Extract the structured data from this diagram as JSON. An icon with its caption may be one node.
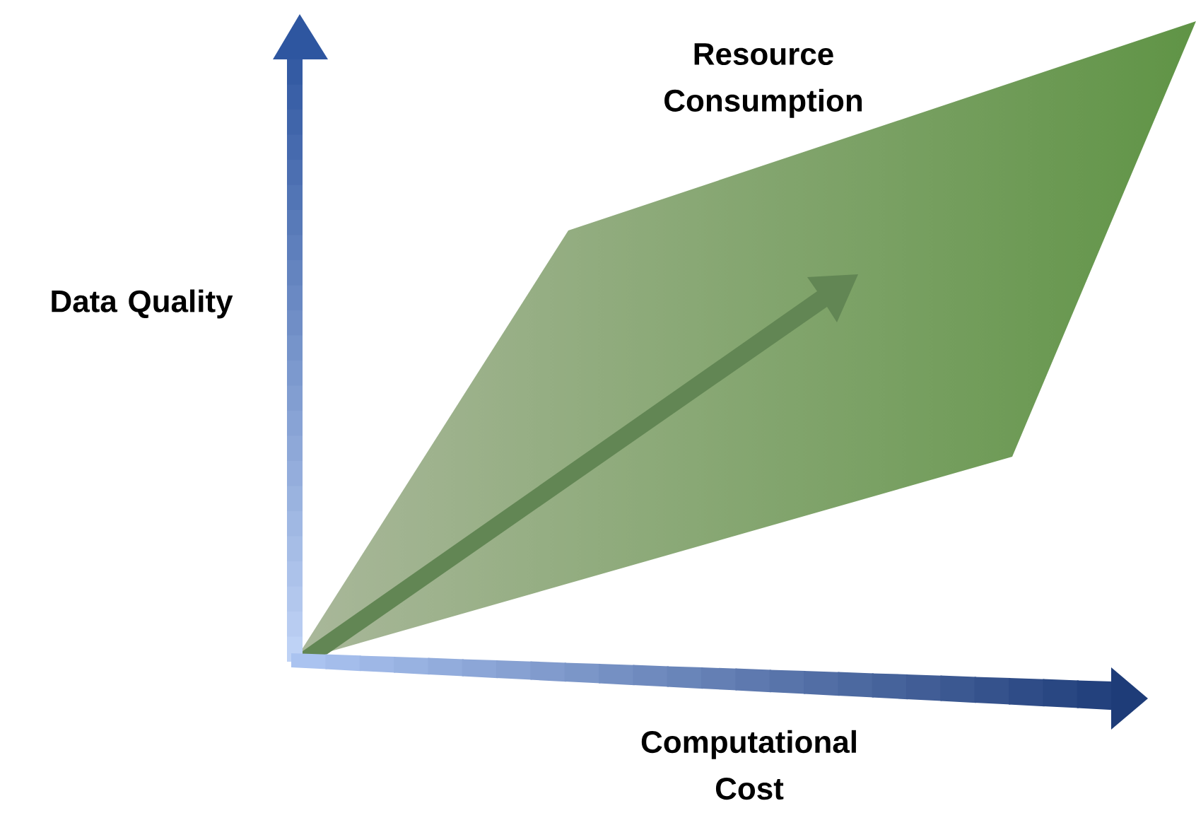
{
  "diagram": {
    "labels": [
      "Resource Consumption",
      "Data Quality",
      "Computational Cost"
    ]
  }
}
